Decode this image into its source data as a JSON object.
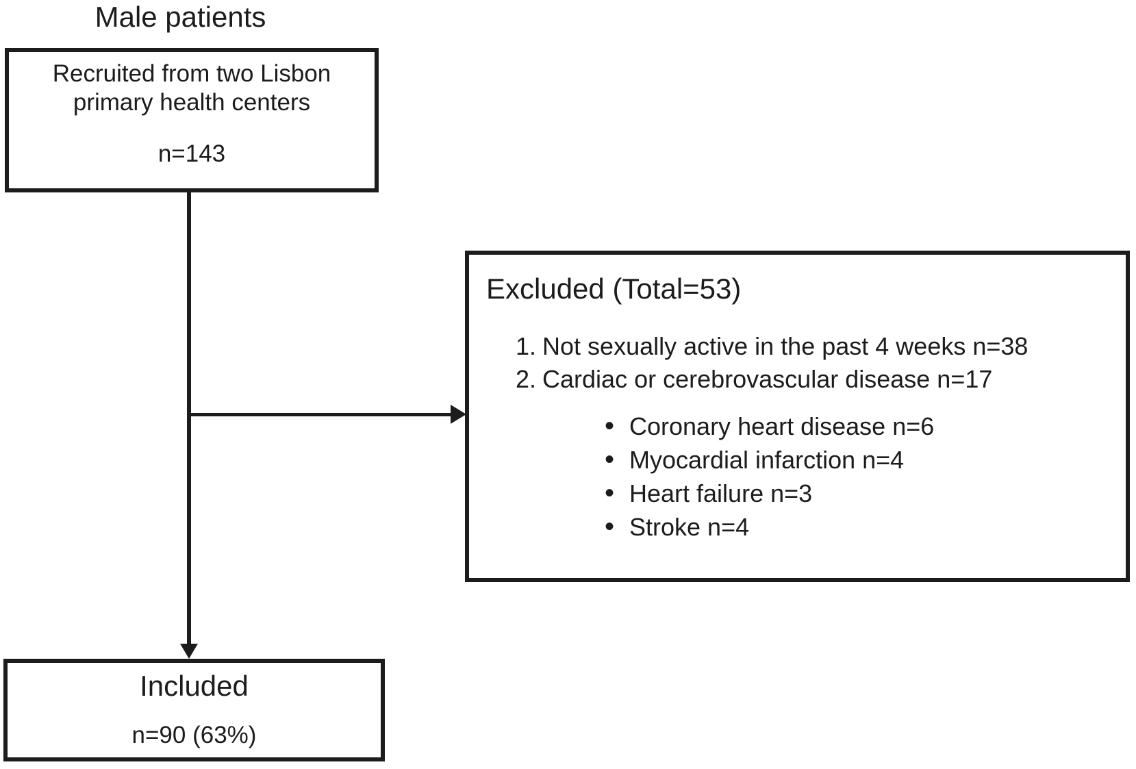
{
  "diagram": {
    "title": "Male patients",
    "ink_color": "#1d1b1c",
    "background_color": "#ffffff",
    "recruited_box": {
      "line1": "Recruited from two Lisbon",
      "line2": "primary health centers",
      "count": "n=143"
    },
    "excluded_box": {
      "heading": "Excluded (Total=53)",
      "numbered_items": [
        {
          "label": "1.",
          "text": "Not sexually active in the past 4 weeks n=38"
        },
        {
          "label": "2.",
          "text": "Cardiac or cerebrovascular disease n=17"
        }
      ],
      "bullet_items": [
        "Coronary heart disease n=6",
        "Myocardial infarction n=4",
        "Heart failure n=3",
        "Stroke n=4"
      ]
    },
    "included_box": {
      "heading": "Included",
      "count": "n=90 (63%)"
    }
  }
}
